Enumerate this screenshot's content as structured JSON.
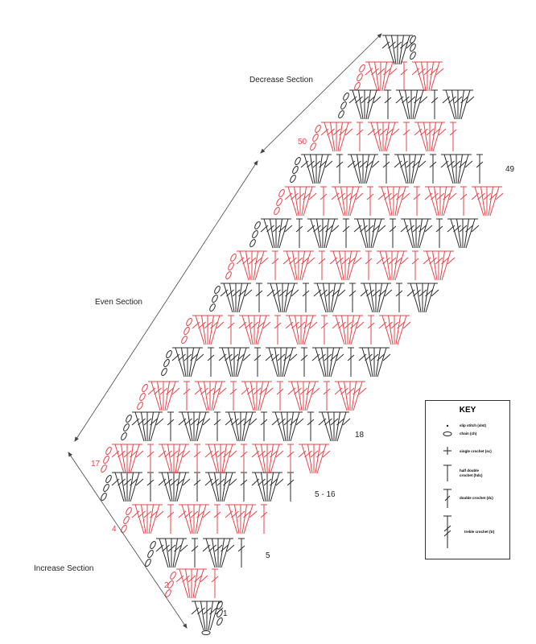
{
  "sections": {
    "decrease": "Decrease Section",
    "even": "Even Section",
    "increase": "Increase Section"
  },
  "row_labels": {
    "r1": "1",
    "r2": "2",
    "r4": "4",
    "r5": "5",
    "r5_16": "5 - 16",
    "r17": "17",
    "r18": "18",
    "r49": "49",
    "r50": "50"
  },
  "key": {
    "title": "KEY",
    "items": [
      "slip stitch (slst)",
      "chain (ch)",
      "single crochet (sc)",
      "half double crochet (hdc)",
      "double crochet (dc)",
      "treble crochet (tr)"
    ]
  },
  "colors": {
    "odd_row": "#2b2b2b",
    "even_row": "#e8434a"
  }
}
